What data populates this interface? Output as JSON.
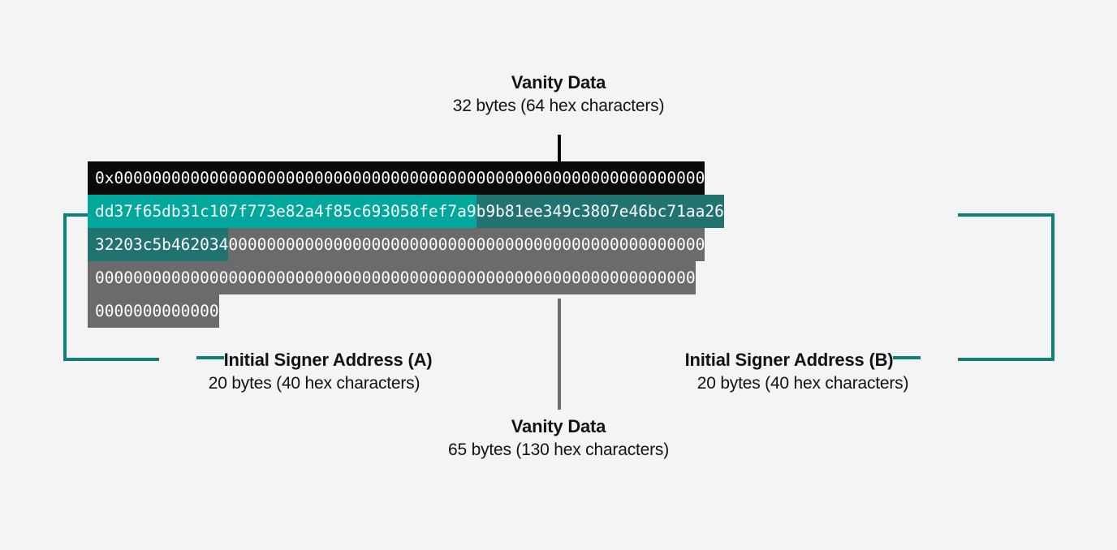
{
  "colors": {
    "background": "#f4f4f5",
    "black": "#0a0a0a",
    "teal_bright": "#00a79d",
    "teal_dark": "#21736f",
    "gray": "#6b6b6b",
    "bracket": "#0e7f7a",
    "text": "#111214"
  },
  "annotations": {
    "vanity_top": {
      "title": "Vanity Data",
      "subtitle": "32 bytes (64 hex characters)"
    },
    "vanity_bottom": {
      "title": "Vanity Data",
      "subtitle": "65 bytes (130 hex characters)"
    },
    "signer_a": {
      "title": "Initial Signer Address (A)",
      "subtitle": "20 bytes (40 hex characters)"
    },
    "signer_b": {
      "title": "Initial Signer Address (B)",
      "subtitle": "20 bytes (40 hex characters)"
    }
  },
  "hex_block": {
    "prefix": "0x",
    "signer_address_a": "dd37f65db31c107f773e82a4f85c693058fef7a9",
    "signer_address_b": "b9b81ee349c3807e46bc71aa2632203c5b462034",
    "rows": [
      {
        "index": 0,
        "segments": [
          {
            "style": "black",
            "text": "0x00000000000000000000000000000000000000000000000000000000000000"
          }
        ]
      },
      {
        "index": 1,
        "segments": [
          {
            "style": "teal",
            "text": "dd37f65db31c107f773e82a4f85c693058fef7a9"
          },
          {
            "style": "teal2",
            "text": "b9b81ee349c3807e46bc71aa26"
          }
        ]
      },
      {
        "index": 2,
        "segments": [
          {
            "style": "teal2",
            "text": "32203c5b462034"
          },
          {
            "style": "gray",
            "text": "00000000000000000000000000000000000000000000000000"
          }
        ]
      },
      {
        "index": 3,
        "segments": [
          {
            "style": "gray",
            "text": "000000000000000000000000000000000000000000000000000000000000000"
          }
        ]
      },
      {
        "index": 4,
        "segments": [
          {
            "style": "gray",
            "text": "0000000000000"
          }
        ]
      }
    ]
  }
}
